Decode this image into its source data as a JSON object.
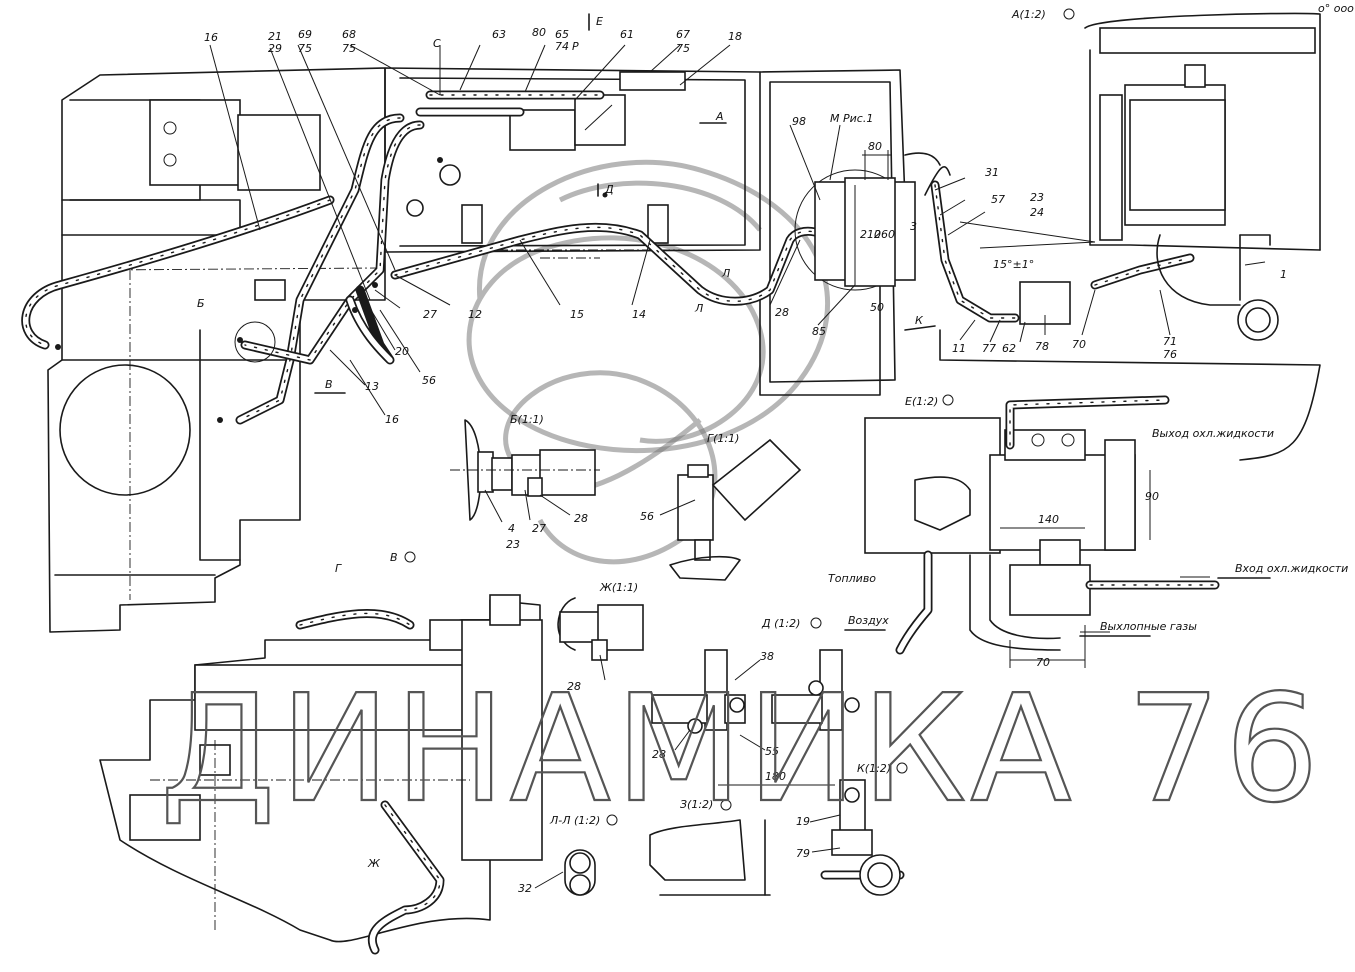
{
  "watermark": {
    "text": "ДИНАМИКА 76"
  },
  "corner_mark": "o° ooo",
  "section_views": {
    "A": "А(1:2)",
    "B": "Б(1:1)",
    "G": "Г(1:1)",
    "E": "Е(1:2)",
    "V": "В",
    "ZH": "Ж(1:1)",
    "D": "Д (1:2)",
    "K": "К(1:2)",
    "Z": "З(1:2)",
    "LL": "Л-Л (1:2)",
    "M": "М Рис.1"
  },
  "view_markers": {
    "E_arrow": "Е",
    "P": "Р",
    "C": "С",
    "A_view": "А",
    "D_view": "Д",
    "L1": "Л",
    "L2": "Л",
    "K_view": "К",
    "V_view": "В",
    "B_view": "Б",
    "ZH_view": "Ж",
    "G_view": "Г"
  },
  "annotations": {
    "coolant_out": "Выход охл.жидкости",
    "coolant_in": "Вход охл.жидкости",
    "fuel": "Топливо",
    "air": "Воздух",
    "exhaust": "Выхлопные газы",
    "angle": "15°±1°"
  },
  "dimensions": {
    "d80": "80",
    "d210": "210",
    "d260": "260",
    "d50": "50",
    "d90": "90",
    "d140": "140",
    "d70": "70",
    "d180": "180",
    "d3": "3"
  },
  "callouts": {
    "c16a": "16",
    "c21": "21",
    "c29": "29",
    "c69": "69",
    "c75a": "75",
    "c68": "68",
    "c75b": "75",
    "c63": "63",
    "c80": "80",
    "c65": "65",
    "c74": "74",
    "c61": "61",
    "c67": "67",
    "c75c": "75",
    "c18": "18",
    "c98": "98",
    "c31": "31",
    "c57": "57",
    "c23a": "23",
    "c24": "24",
    "c1": "1",
    "c27a": "27",
    "c12": "12",
    "c15": "15",
    "c14": "14",
    "c28a": "28",
    "c85": "85",
    "c20": "20",
    "c13": "13",
    "c56a": "56",
    "c16b": "16",
    "c11": "11",
    "c77": "77",
    "c62": "62",
    "c78": "78",
    "c70": "70",
    "c71": "71",
    "c76": "76",
    "c4": "4",
    "c23b": "23",
    "c27b": "27",
    "c28b": "28",
    "c56b": "56",
    "c28c": "28",
    "c38": "38",
    "c28d": "28",
    "c55": "55",
    "c19": "19",
    "c79": "79",
    "c32": "32"
  }
}
